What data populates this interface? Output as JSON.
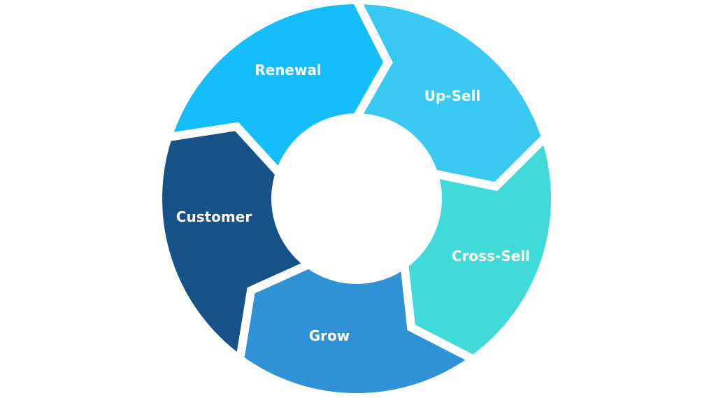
{
  "diagram": {
    "type": "cycle",
    "segments": [
      {
        "label": "Renewal",
        "color": "#14BEFC"
      },
      {
        "label": "Up-Sell",
        "color": "#3AC9F0"
      },
      {
        "label": "Cross-Sell",
        "color": "#40DBD8"
      },
      {
        "label": "Grow",
        "color": "#2F92D6"
      },
      {
        "label": "Customer",
        "color": "#165287"
      }
    ],
    "background": "#FFFFFF"
  }
}
